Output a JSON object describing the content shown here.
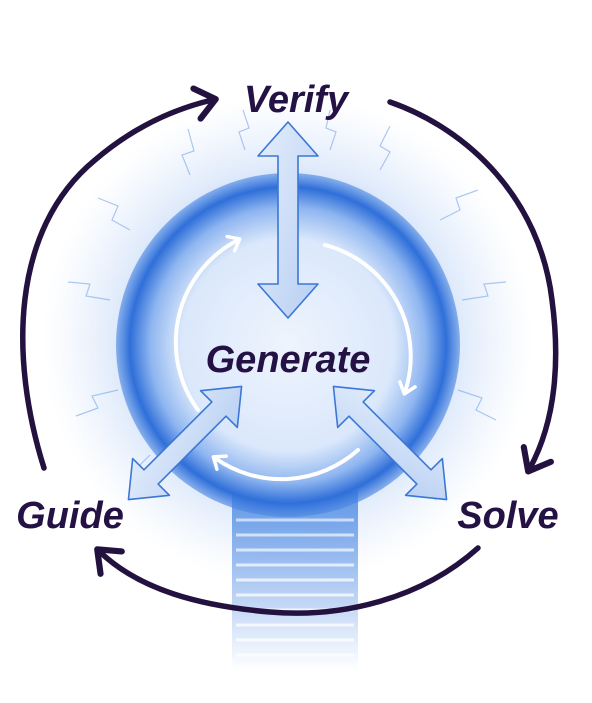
{
  "diagram": {
    "center_label": "Generate",
    "nodes": {
      "top": "Verify",
      "left": "Guide",
      "right": "Solve"
    },
    "colors": {
      "outer_cycle": "#23113f",
      "label_text": "#241245",
      "bulb_core": "#dce9fb",
      "bulb_glow": "#2d6fd8",
      "arrow_fill": "#c9daf5",
      "arrow_stroke": "#3b77d6"
    }
  }
}
